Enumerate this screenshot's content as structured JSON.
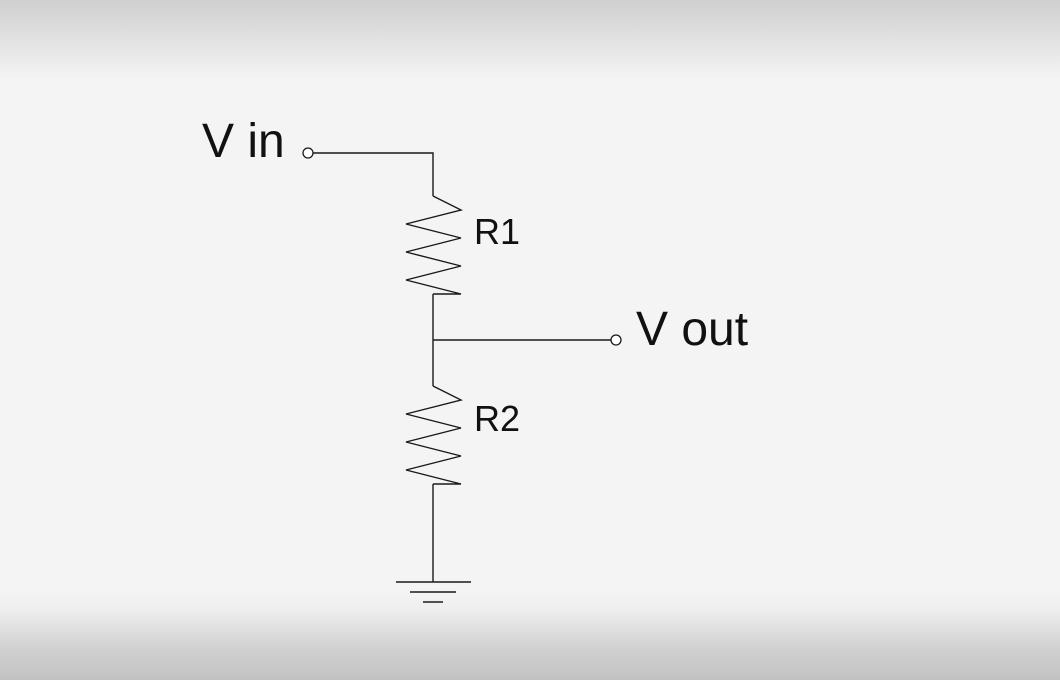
{
  "diagram": {
    "labels": {
      "vin": "V in",
      "vout": "V out",
      "r1": "R1",
      "r2": "R2"
    },
    "components": [
      {
        "id": "R1",
        "type": "resistor"
      },
      {
        "id": "R2",
        "type": "resistor"
      },
      {
        "id": "GND",
        "type": "ground"
      }
    ],
    "colors": {
      "line": "#1a1a1a",
      "text": "#111111",
      "background": "#f4f4f4"
    }
  }
}
